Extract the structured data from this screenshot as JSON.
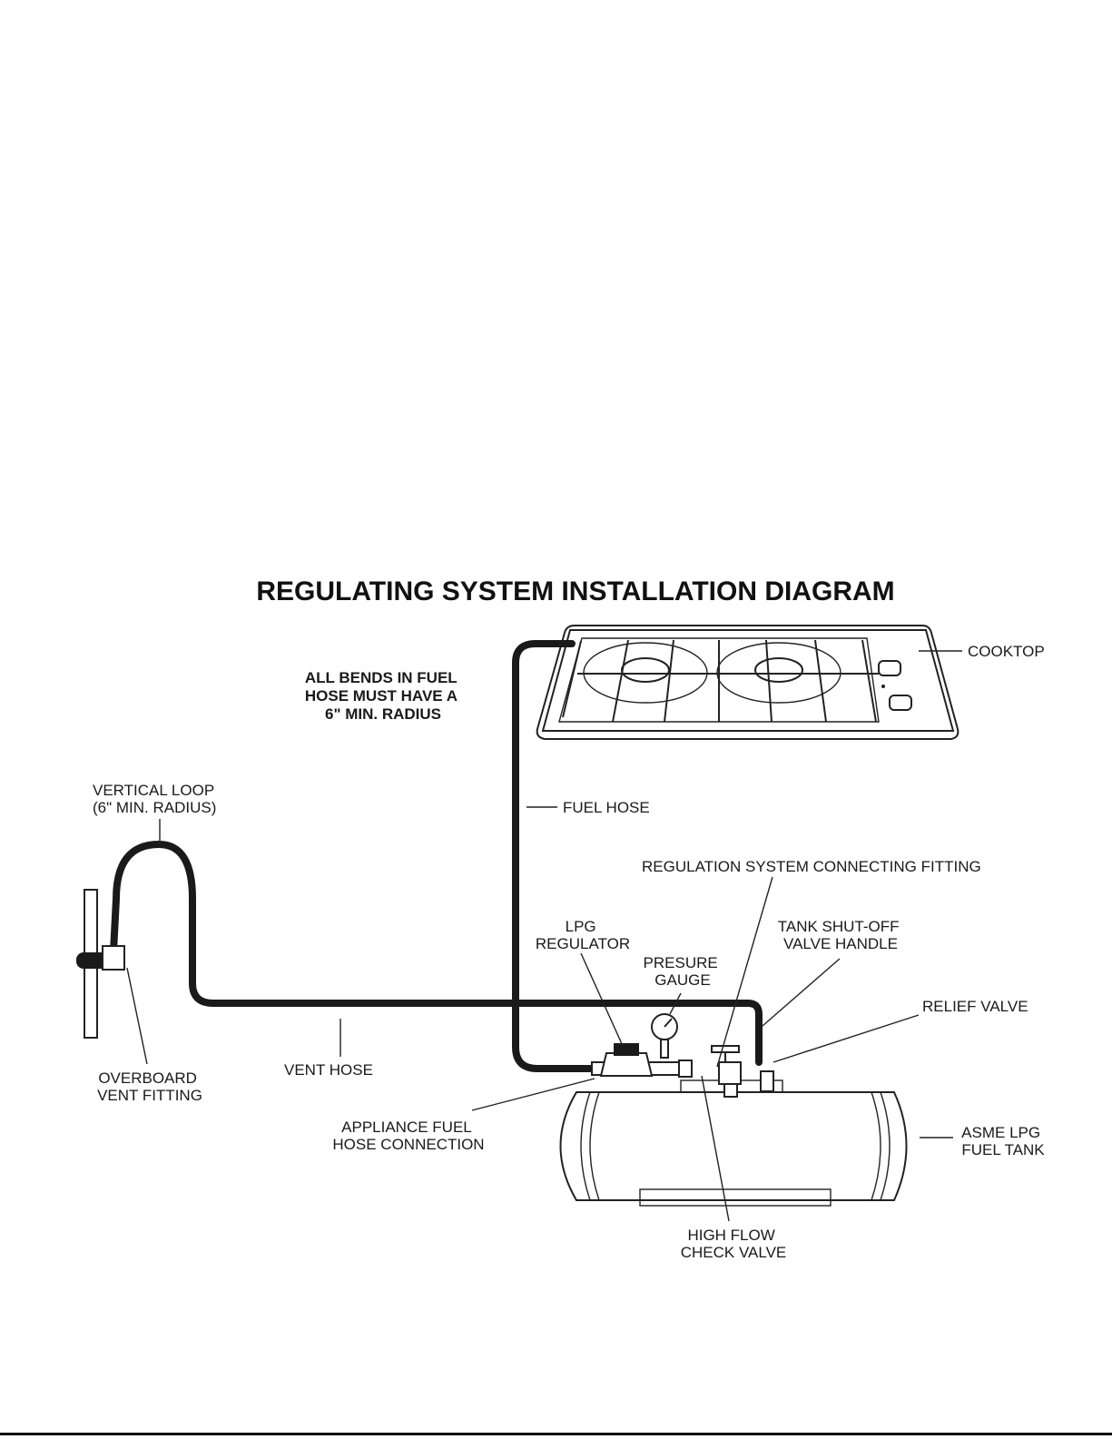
{
  "title": "REGULATING SYSTEM INSTALLATION DIAGRAM",
  "note": [
    "ALL BENDS IN FUEL",
    "HOSE MUST HAVE A",
    "6\" MIN. RADIUS"
  ],
  "labels": {
    "cooktop": [
      "COOKTOP"
    ],
    "vertical_loop": [
      "VERTICAL LOOP",
      "(6\" MIN. RADIUS)"
    ],
    "fuel_hose": [
      "FUEL HOSE"
    ],
    "connecting_fitting": [
      "REGULATION SYSTEM CONNECTING FITTING"
    ],
    "lpg_regulator": [
      "LPG",
      "REGULATOR"
    ],
    "tank_shutoff": [
      "TANK SHUT-OFF",
      "VALVE HANDLE"
    ],
    "pressure_gauge": [
      "PRESURE",
      "GAUGE"
    ],
    "relief_valve": [
      "RELIEF VALVE"
    ],
    "overboard_vent": [
      "OVERBOARD",
      "VENT FITTING"
    ],
    "vent_hose": [
      "VENT HOSE"
    ],
    "appliance_fuel": [
      "APPLIANCE FUEL",
      "HOSE CONNECTION"
    ],
    "asme_tank": [
      "ASME LPG",
      "FUEL TANK"
    ],
    "high_flow": [
      "HIGH FLOW",
      "CHECK VALVE"
    ]
  }
}
